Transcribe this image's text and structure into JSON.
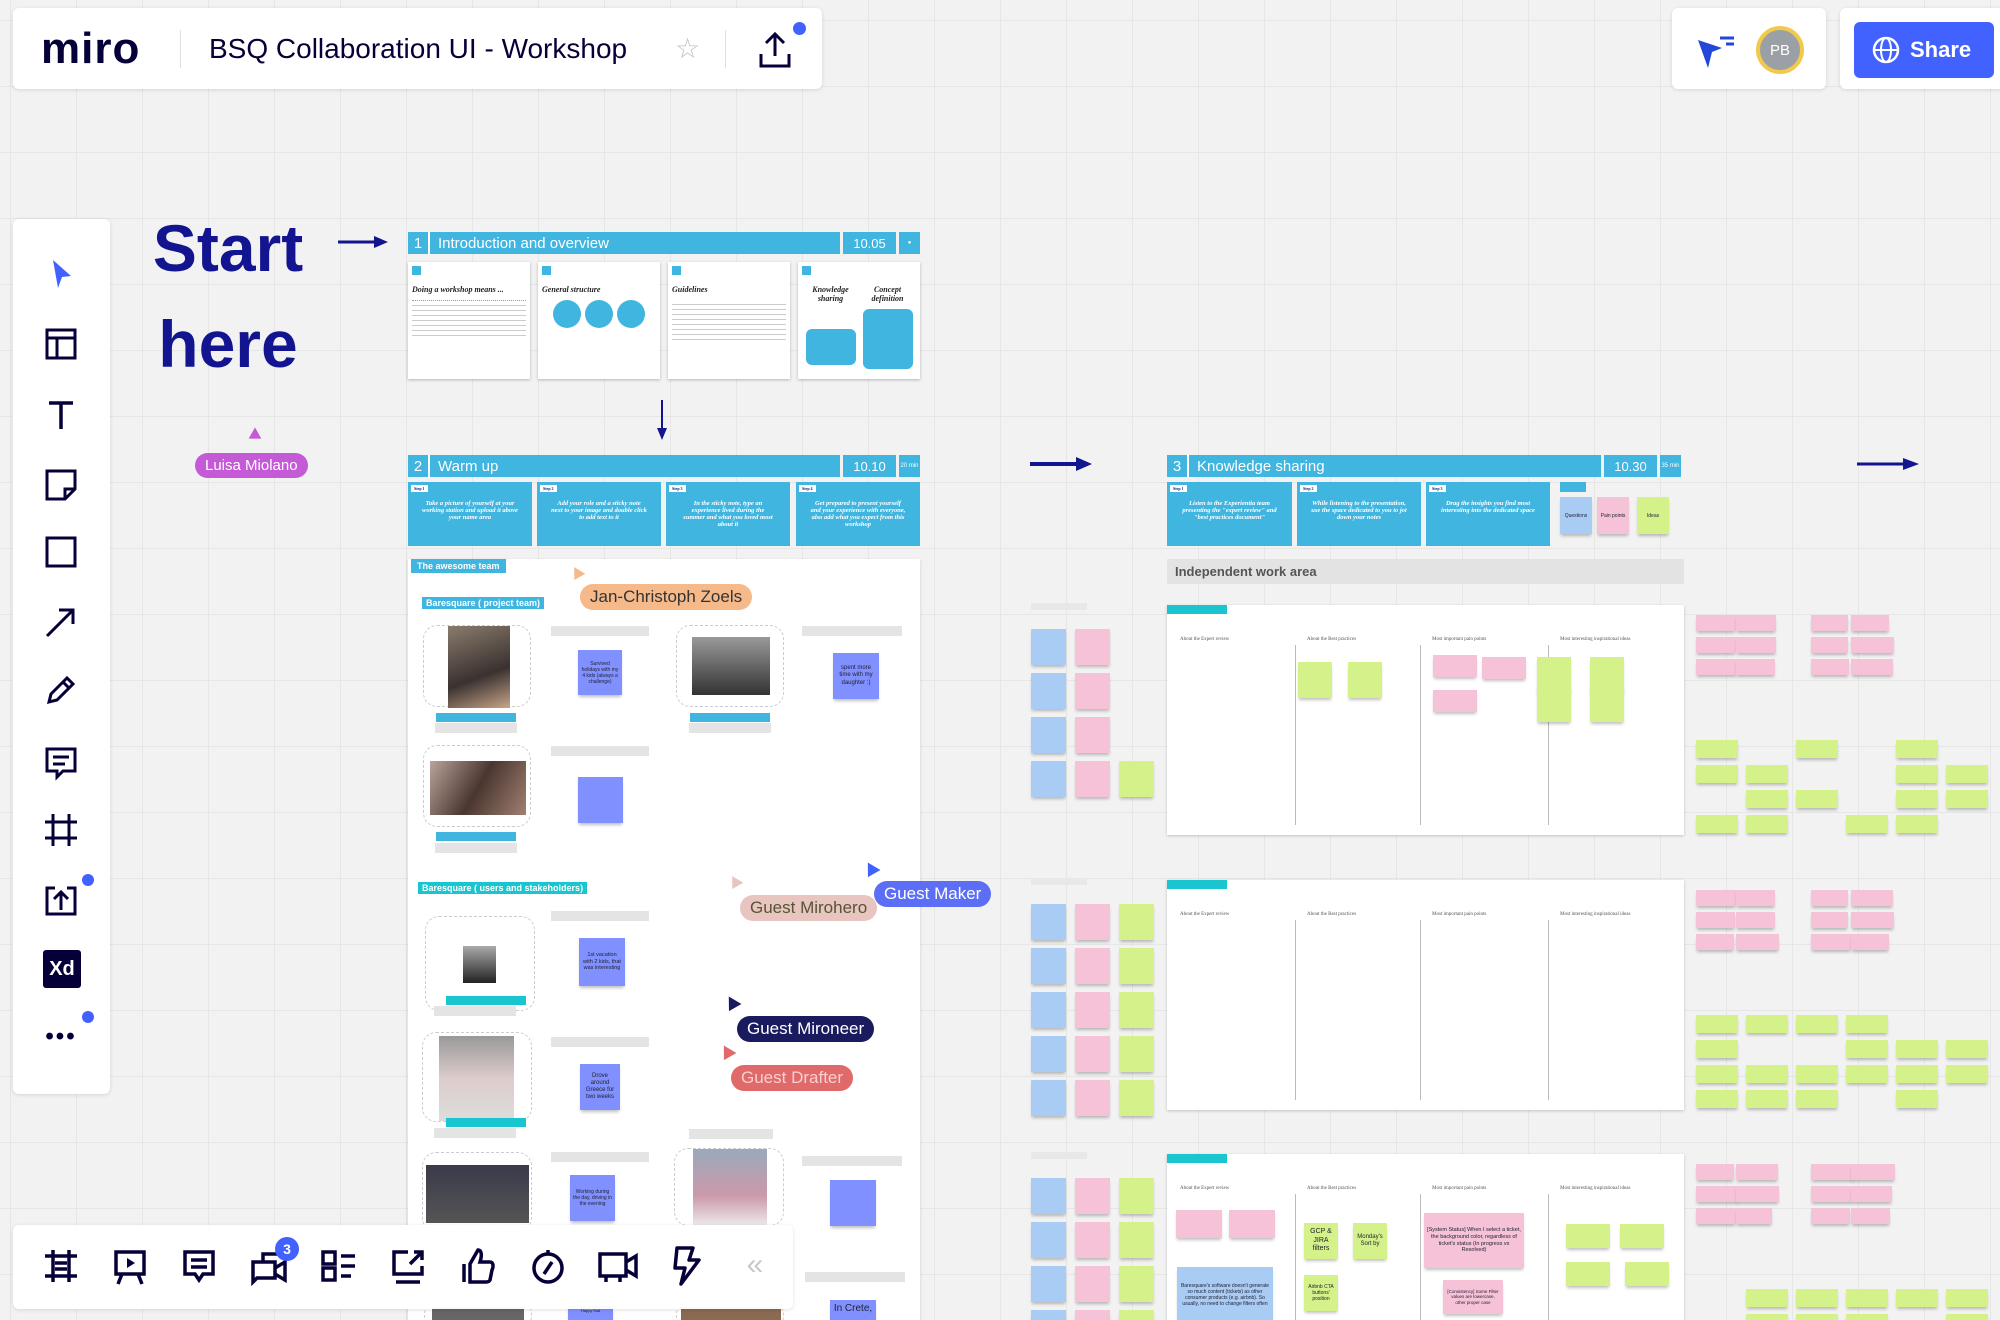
{
  "header": {
    "logo": "miro",
    "board_title": "BSQ Collaboration UI - Workshop",
    "avatar_initials": "PB",
    "share_label": "Share",
    "accent_color": "#4262ff"
  },
  "left_toolbar": {
    "tools": [
      "select-icon",
      "templates-icon",
      "text-icon",
      "sticky-note-icon",
      "shape-icon",
      "arrow-line-icon",
      "pen-icon",
      "comment-icon",
      "frame-icon",
      "upload-icon",
      "adobe-xd-icon",
      "more-icon"
    ],
    "xd_label": "Xd"
  },
  "bottom_toolbar": {
    "tools": [
      "frames-icon",
      "presentation-icon",
      "comments-list-icon",
      "video-chat-icon",
      "card-list-icon",
      "screen-share-icon",
      "voting-icon",
      "timer-icon",
      "video-camera-icon",
      "lightning-icon",
      "collapse-icon"
    ],
    "video_chat_badge": "3",
    "collapse_glyph": "«"
  },
  "canvas": {
    "start_line1": "Start",
    "start_line2": "here",
    "cursors": {
      "luisa": "Luisa Miolano",
      "jan": "Jan-Christoph Zoels",
      "mirohero": "Guest Mirohero",
      "maker": "Guest Maker",
      "mironeer": "Guest Mironeer",
      "drafter": "Guest Drafter"
    },
    "section1": {
      "num": "1",
      "title": "Introduction and overview",
      "time": "10.05",
      "cards": [
        {
          "heading": "Doing a workshop means ..."
        },
        {
          "heading": "General structure"
        },
        {
          "heading": "Guidelines"
        },
        {
          "heading": "Knowledge sharing",
          "heading2": "Concept definition"
        }
      ]
    },
    "section2": {
      "num": "2",
      "title": "Warm up",
      "time": "10.10",
      "duration": "20 min",
      "steps": [
        {
          "label": "Step 1",
          "text": "Take a picture of yourself at your working station and upload it above your name area"
        },
        {
          "label": "Step 2",
          "text": "Add your role and a sticky note next to your image and double click to add text to it"
        },
        {
          "label": "Step 3",
          "text": "In the sticky note, type an experience lived during the summer and what you loved most about it"
        },
        {
          "label": "Step 4",
          "text": "Get prepared to present yourself and your experience with everyone, also add what you expect from this workshop"
        }
      ],
      "team_title": "The awesome team",
      "group1": "Baresquare ( project team)",
      "group2": "Baresquare ( users and stakeholders)",
      "stickies": [
        "Survived holidays with my 4 kids (always a challenge)",
        "spent more time with my daughter :)",
        "1st vacation with 2 kids, that was interesting",
        "Drove around Greece for two weeks",
        "Working during the day, driving in the evening",
        "Happy that",
        "In Crete,"
      ]
    },
    "section3": {
      "num": "3",
      "title": "Knowledge sharing",
      "time": "10.30",
      "duration": "35 min",
      "steps": [
        {
          "label": "Step 1",
          "text": "Listen to the Experientia team presenting the \"expert review\" and \"best practices document\""
        },
        {
          "label": "Step 2",
          "text": "While listening to the presentation, use the space dedicated to you to jot down your notes"
        },
        {
          "label": "Step 3",
          "text": "Drag the insights you find most interesting into the dedicated space"
        }
      ],
      "legend": [
        "Questions",
        "Pain points",
        "Ideas"
      ],
      "work_area": "Independent work area",
      "columns": [
        "About the Expert review",
        "About the Best practices",
        "Most important pain points",
        "Most interesting inspirational ideas"
      ],
      "board3_notes": {
        "gcp": "GCP & JIRA filters",
        "monday": "Monday's Sort by",
        "airbnb": "Airbnb CTA buttons' position",
        "status": "[System Status] When I select a ticket, the background color, regardless of ticket's status (In progress vs Resolved)",
        "consistency": "[Consistency] Some Filter values are lowercase, other proper case",
        "baresquare": "Baresquare's software doesn't generate so much content (tickets) as other consumer products (e.g. airbnb). So usually, no need to change filters often"
      }
    },
    "colors": {
      "frame_blue": "#3fb5e0",
      "sticky_blue": "#8090ff",
      "sticky_pink": "#f6c2d8",
      "sticky_green": "#d5f18a",
      "sticky_lightblue": "#a9ccf5"
    }
  }
}
